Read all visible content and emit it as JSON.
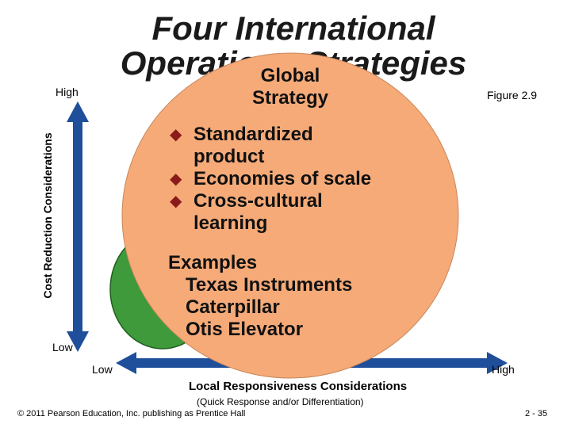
{
  "title": "Four International Operations Strategies",
  "figure_label": "Figure 2.9",
  "y_axis": {
    "label": "Cost Reduction Considerations",
    "high": "High",
    "low": "Low"
  },
  "x_axis": {
    "label": "Local Responsiveness Considerations",
    "sublabel": "(Quick Response and/or Differentiation)",
    "low": "Low",
    "high": "High"
  },
  "callout": {
    "title_line1": "Global",
    "title_line2": "Strategy",
    "bullets": [
      "Standardized product",
      "Economies of scale",
      "Cross-cultural learning"
    ],
    "examples_heading": "Examples",
    "examples": [
      "Texas Instruments",
      "Caterpillar",
      "Otis Elevator"
    ]
  },
  "colors": {
    "axis_blue": "#1F4E9A",
    "oval_orange": "#F5AA78",
    "quadrant_green": "#3E9A3A",
    "bullet_marker": "#8B1A1A"
  },
  "footer": {
    "copyright": "© 2011 Pearson Education, Inc. publishing as Prentice Hall",
    "page": "2 - 35"
  }
}
